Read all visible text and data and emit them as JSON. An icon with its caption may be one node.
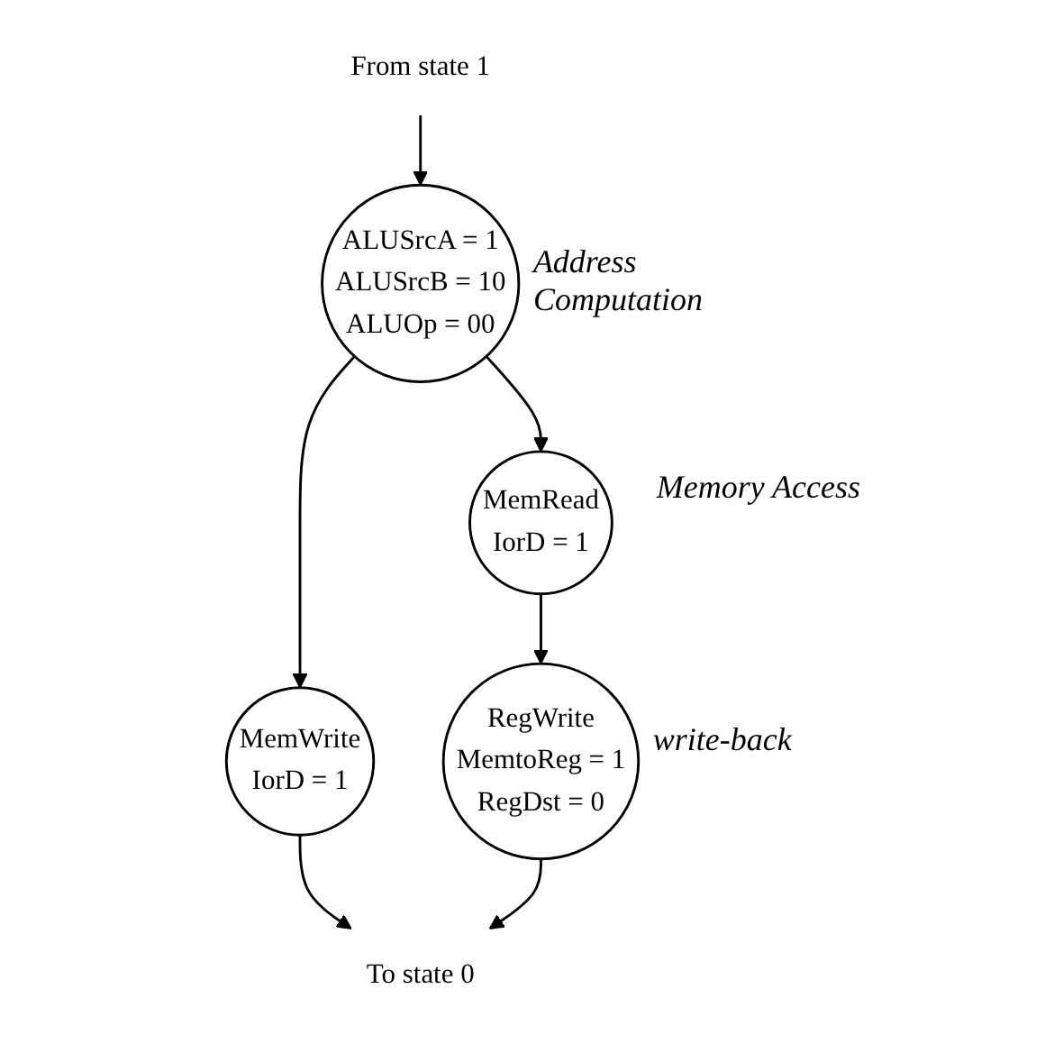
{
  "diagram": {
    "nodes": [
      {
        "text": [
          "From state 1"
        ]
      },
      {
        "text": [
          "ALUSrcA = 1",
          "ALUSrcB = 10",
          "ALUOp = 00"
        ],
        "beside": [
          "Address Computation"
        ]
      },
      {
        "text": [
          "MemRead",
          "IorD = 1"
        ]
      },
      {
        "text": [
          "MemWrite",
          "IorD = 1"
        ]
      },
      {
        "text": [
          "RegWrite",
          "MemtoReg = 1",
          "RegDst = 0"
        ],
        "beside": [
          "write-back"
        ]
      },
      {
        "text": [
          "To state 0"
        ]
      }
    ],
    "edges": [
      {
        "from": 0,
        "to": 1,
        "arrow": "to"
      },
      {
        "from": 1,
        "to": 2,
        "arrow": "to"
      },
      {
        "from": 1,
        "to": 3,
        "arrow": "to"
      },
      {
        "from": 2,
        "to": 4,
        "arrow": "to"
      },
      {
        "from": 3,
        "to": 5,
        "arrow": "to"
      },
      {
        "from": 4,
        "to": 5,
        "arrow": "to"
      }
    ],
    "labels": [
      "Memory Access"
    ]
  }
}
